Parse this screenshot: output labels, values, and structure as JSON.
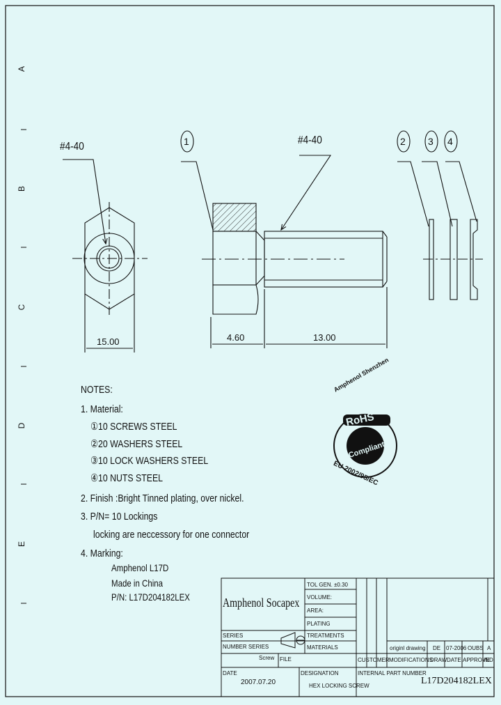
{
  "zones": [
    "A",
    "B",
    "C",
    "D",
    "E"
  ],
  "callouts": {
    "thread_left": "#4-40",
    "thread_right": "#4-40",
    "balloons": [
      "1",
      "2",
      "3",
      "4"
    ]
  },
  "dimensions": {
    "hex_width": "15.00",
    "head_length": "4.60",
    "shank_length": "13.00"
  },
  "notes": {
    "title": "NOTES:",
    "material_heading": "1. Material:",
    "materials": [
      "①10 SCREWS STEEL",
      "②20 WASHERS STEEL",
      "③10 LOCK WASHERS STEEL",
      "④10 NUTS STEEL"
    ],
    "finish": "2. Finish :Bright Tinned plating, over nickel.",
    "pn_note": "3. P/N= 10 Lockings",
    "pn_note_2": "locking are neccessory for one connector",
    "marking_heading": "4. Marking:",
    "marking_lines": [
      "Amphenol L17D",
      "Made in China",
      "P/N: L17D204182LEX"
    ]
  },
  "stamp": {
    "top_text": "Amphenol Shenzhen",
    "bottom_text": "EU 2002/95/EC",
    "center_1": "RoHS",
    "center_2": "Compliant"
  },
  "title_block": {
    "company": "Amphenol Socapex",
    "tol_label": "TOL GEN.",
    "tol_value": "±0.30",
    "rows": [
      "VOLUME:",
      "AREA:",
      "PLATING",
      "TREATMENTS",
      "MATERIALS"
    ],
    "series_label": "SERIES",
    "number_series_label": "NUMBER SERIES",
    "number_series_value": "Screw",
    "file_label": "FILE",
    "date_label": "DATE",
    "date_value": "2007.07.20",
    "designation_label": "DESIGNATION",
    "designation_value": "HEX LOCKING SCREW",
    "revision_row": [
      "originl drawing",
      "DE",
      "07-2006",
      "OUBS",
      "A"
    ],
    "headers": [
      "CUSTOMER",
      "MODIFICATIONS",
      "DRAW",
      "DATE",
      "APPROVE",
      "IND."
    ],
    "internal_pn_label": "INTERNAL PART NUMBER",
    "internal_pn_value": "L17D204182LEX"
  }
}
